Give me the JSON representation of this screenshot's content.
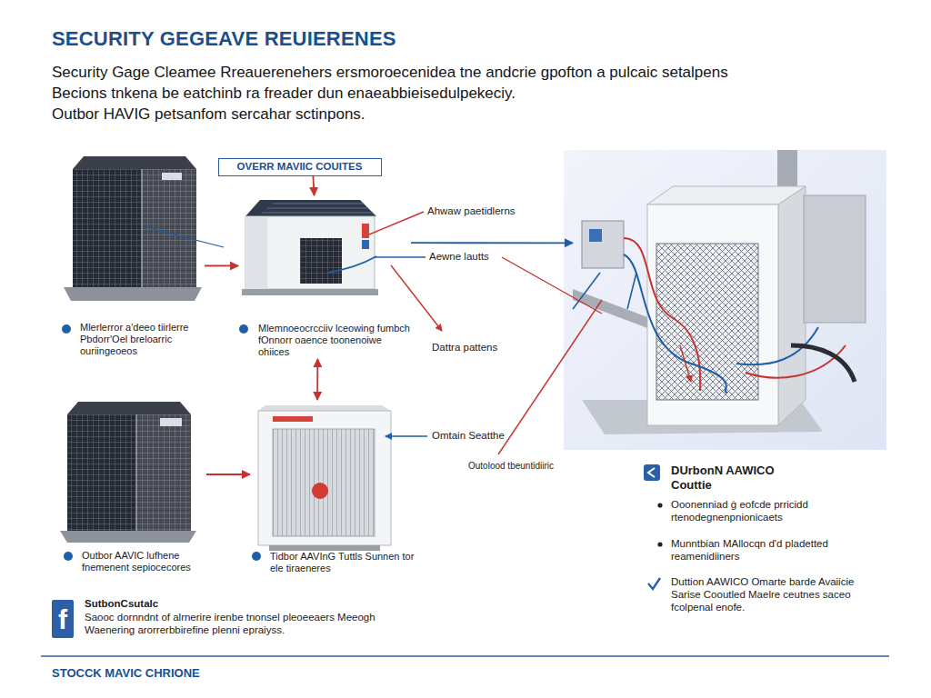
{
  "diagram": {
    "title": "SECURITY GEGEAVE REUIERENES",
    "caption": "STOCCK MAVIC CHRIONE",
    "nodes": [
      {
        "text": [
          "OVERR MAVIIC COUITES"
        ]
      },
      {
        "text": [
          "Mlerlerror a'deeo tiirlerre Pbdorr'Oel breloarric ouriingeoeos"
        ]
      },
      {
        "text": [
          "Mlemnoeocrcciiv lceowing fumbch fOnnorr oaence toonenoiwe ohiices"
        ]
      },
      {
        "text": [
          "Outbor AAVIC lufhene fnemenent sepiocecores"
        ]
      },
      {
        "text": [
          "Tidbor AAVInG Tuttls Sunnen tor ele tiraeneres"
        ]
      },
      {
        "text": [
          "Outolood tbeuntidiiric"
        ]
      }
    ],
    "edges": [
      {
        "from": 0,
        "to": 2,
        "arrow": "to"
      },
      {
        "from": 1,
        "to": 2,
        "arrow": "to"
      },
      {
        "from": 2,
        "to": 5,
        "arrow": "to"
      },
      {
        "from": 2,
        "to": 4,
        "arrow": "both"
      },
      {
        "from": 3,
        "to": 4,
        "arrow": "to"
      }
    ],
    "labels": [
      "Security Gage Cleamee Rreauerenehers ersmoroecenidea tne andcrie gpofton a pulcaic setalpens",
      "Becions tnkena be eatchinb ra freader dun enaeabbieisedulpekeciy.",
      "Outbor HAVIG petsanfom sercahar sctinpons.",
      "Ahwaw paetidlerns",
      "Aewne lautts",
      "Dattra pattens",
      "Omtain Seatthe",
      "DUrbonN AAWICO Couttie",
      "Ooonenniad ġ eofcde prricidd rtenodegnenpnionicaets",
      "Munntbian MAllocqn d'd pladetted reamenidiiners",
      "Duttion AAWICO Omarte barde Avaiicie Sarise Cooutled Maelre ceutnes saceo fcolpenal enofe.",
      "f",
      "SutbonCsutalc",
      "Saooc dornndnt of alrnerire irenbe tnonsel pleoeeaers Meeogh Waenering arorrerbbirefine plenni epraiyss."
    ]
  }
}
